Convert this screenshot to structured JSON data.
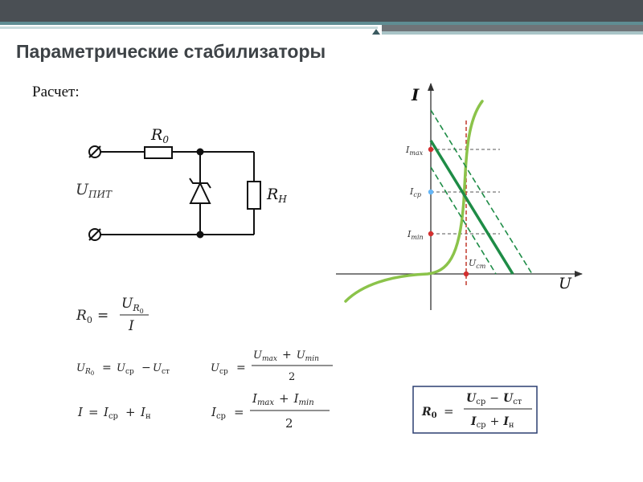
{
  "slide": {
    "title": "Параметрические стабилизаторы",
    "subtitle": "Расчет:"
  },
  "circuit": {
    "r0_label": "R",
    "r0_sub": "0",
    "rn_label": "R",
    "rn_sub": "Н",
    "supply_label": "U",
    "supply_sub": "ПИТ"
  },
  "graph": {
    "y_axis_label": "I",
    "x_axis_label": "U",
    "imax_label": "I",
    "imax_sub": "max",
    "icp_label": "I",
    "icp_sub": "ср",
    "imin_label": "I",
    "imin_sub": "min",
    "ust_label": "U",
    "ust_sub": "ст",
    "colors": {
      "characteristic": "#8bc34a",
      "load_line": "#1e8c46",
      "dashed_line": "#1e8c46",
      "ust_dashed": "#c0392b",
      "point_red": "#d32f2f",
      "point_blue": "#64b5f6"
    }
  },
  "formulas": {
    "f1": {
      "lhs": "R",
      "lhs_sub": "0",
      "eq": "=",
      "num": "U",
      "num_sub": "R",
      "num_sub2": "0",
      "den": "I"
    },
    "f2": {
      "lhs": "U",
      "lhs_sub": "R",
      "lhs_sub2": "0",
      "eq": "=",
      "a": "U",
      "a_sub": "ср",
      "op": "−",
      "b": "U",
      "b_sub": "ст"
    },
    "f3": {
      "lhs": "U",
      "lhs_sub": "ср",
      "eq": "=",
      "num_a": "U",
      "num_a_sub": "max",
      "num_op": "+",
      "num_b": "U",
      "num_b_sub": "min",
      "den": "2"
    },
    "f4": {
      "lhs": "I",
      "eq": "=",
      "a": "I",
      "a_sub": "ср",
      "op": "+",
      "b": "I",
      "b_sub": "н"
    },
    "f5": {
      "lhs": "I",
      "lhs_sub": "ср",
      "eq": "=",
      "num_a": "I",
      "num_a_sub": "max",
      "num_op": "+",
      "num_b": "I",
      "num_b_sub": "min",
      "den": "2"
    },
    "f6": {
      "lhs": "R",
      "lhs_sub": "0",
      "eq": "=",
      "num_a": "U",
      "num_a_sub": "ср",
      "num_op": "−",
      "num_b": "U",
      "num_b_sub": "ст",
      "den_a": "I",
      "den_a_sub": "ср",
      "den_op": "+",
      "den_b": "I",
      "den_b_sub": "н"
    }
  }
}
